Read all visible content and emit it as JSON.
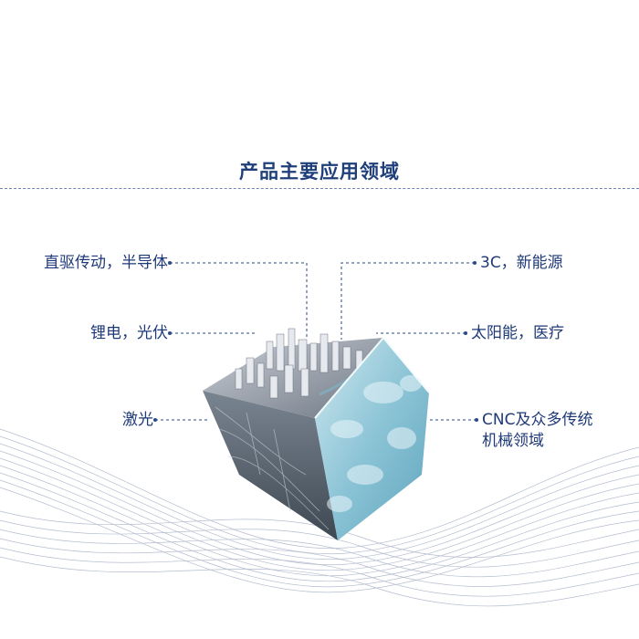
{
  "title": "产品主要应用领域",
  "applications": {
    "left": [
      "直驱传动，半导体",
      "锂电，光伏",
      "激光"
    ],
    "right": [
      "3C，新能源",
      "太阳能，医疗",
      "CNC及众多传统",
      "机械领域"
    ]
  },
  "colors": {
    "title": "#1f3f7a",
    "label": "#1e3a78",
    "leader": "#2a4a86",
    "wave": "#9aa6bf"
  }
}
